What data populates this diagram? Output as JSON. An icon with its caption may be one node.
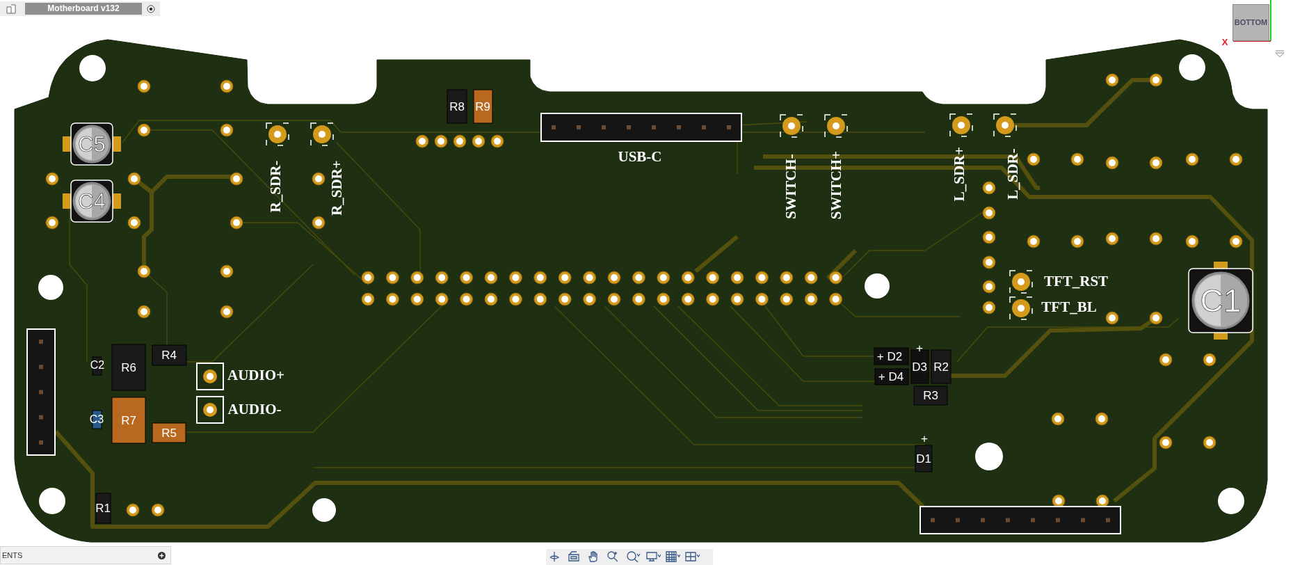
{
  "diagram": {
    "labels": [
      "Motherboard v132",
      "BOTTOM",
      "X",
      "R8",
      "R9",
      "C5",
      "R_SDR-",
      "R_SDR+",
      "USB-C",
      "SWITCH-",
      "SWITCH+",
      "L_SDR+",
      "L_SDR-",
      "C4",
      "TFT_RST",
      "C1",
      "TFT_BL",
      "+ D2",
      "+",
      "D3",
      "R2",
      "R4",
      "C2",
      "R6",
      "AUDIO+",
      "+ D4",
      "R3",
      "AUDIO-",
      "C3",
      "R7",
      "R5",
      "+",
      "D1",
      "R1",
      "ENTS"
    ]
  }
}
